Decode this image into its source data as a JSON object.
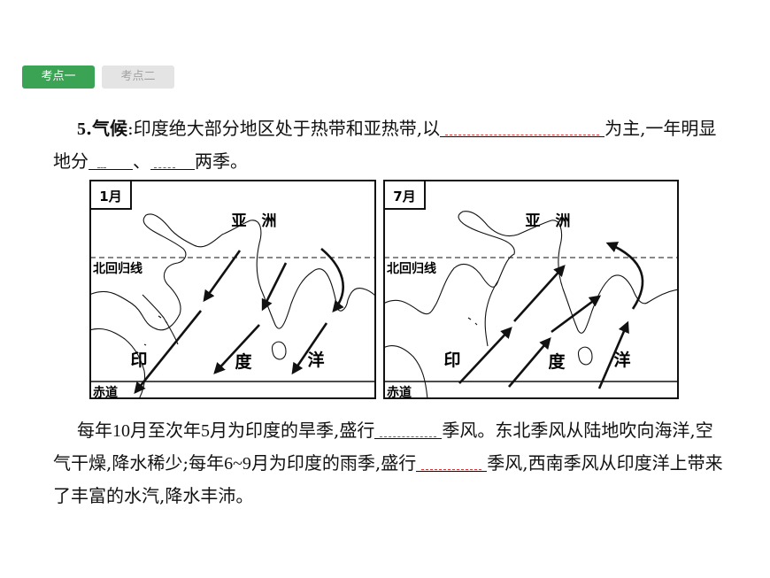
{
  "tabs": [
    "考点一",
    "考点二"
  ],
  "p1": {
    "num": "5",
    "label": "气候",
    "colon": ":",
    "t1": "印度绝大部分地区处于热带和亚热带,以",
    "t2": "为主,一年明显地分",
    "sep": "、",
    "t3": "两季。"
  },
  "maps": {
    "jan": {
      "month": "1月",
      "continent": "亚　洲",
      "tropic": "北回归线",
      "equator": "赤道",
      "ocean": [
        "印",
        "度",
        "洋"
      ]
    },
    "jul": {
      "month": "7月",
      "continent": "亚　洲",
      "tropic": "北回归线",
      "equator": "赤道",
      "ocean": [
        "印",
        "度",
        "洋"
      ]
    }
  },
  "p2": {
    "t1": "每年",
    "n1": "10",
    "t2": "月至次年",
    "n2": "5",
    "t3": "月为印度的旱季,盛行",
    "t4": "季风。东北季风从陆地吹向海洋,空气干燥,降水稀少;每年",
    "n3": "6~9",
    "t5": "月为印度的雨季,盛行",
    "t6": "季风,西南季风从印度洋上带来了丰富的水汽,降水丰沛。"
  },
  "colors": {
    "tab_active": "#3aa454",
    "tab_inactive": "#e4e4e4",
    "blank_mark": "#d33333"
  }
}
